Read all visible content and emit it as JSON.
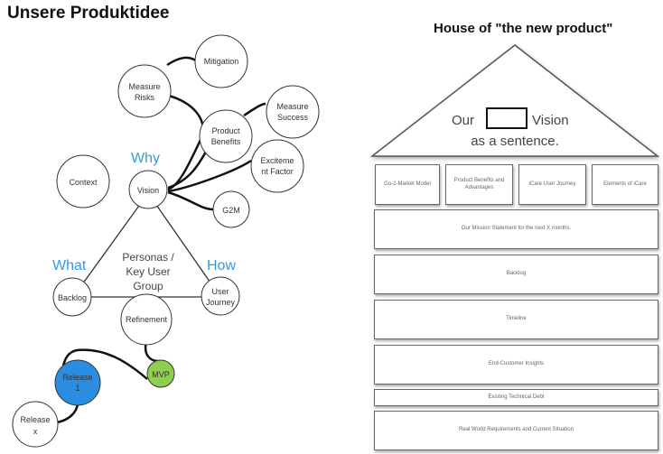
{
  "left": {
    "title": "Unsere Produktidee",
    "labels": {
      "why": "Why",
      "what": "What",
      "how": "How"
    },
    "center_text": [
      "Personas /",
      "Key User",
      "Group"
    ],
    "nodes": {
      "mitigation": [
        "Mitigation"
      ],
      "measure_risks": [
        "Measure",
        "Risks"
      ],
      "measure_success": [
        "Measure",
        "Success"
      ],
      "product_benefits": [
        "Product",
        "Benefits"
      ],
      "excitement_factor": [
        "Exciteme",
        "nt Factor"
      ],
      "context": [
        "Context"
      ],
      "vision": [
        "Vision"
      ],
      "g2m": [
        "G2M"
      ],
      "backlog": [
        "Backlog"
      ],
      "user_journey": [
        "User",
        "Journey"
      ],
      "refinement": [
        "Refinement"
      ],
      "mvp": [
        "MVP"
      ],
      "release1": [
        "Release",
        "1"
      ],
      "releasex": [
        "Release",
        "x"
      ]
    },
    "colors": {
      "release1": "#2b8de0",
      "mvp": "#8fce4f",
      "accent": "#3a9ad9"
    }
  },
  "house": {
    "title": "House of \"the new product\"",
    "roof_line1_left": "Our",
    "roof_line1_right": "Vision",
    "roof_line2": "as a sentence.",
    "pillars": [
      "Go-2-Market Model",
      "Product Benefits and Advantages",
      "iCare User Journey",
      "Elements of iCare"
    ],
    "rows": [
      "Our Mission Statement for the next X months.",
      "Backlog",
      "Timeline",
      "End-Customer Insights",
      "Existing Technical Debt",
      "Real World Requirements and Current Situation"
    ]
  }
}
